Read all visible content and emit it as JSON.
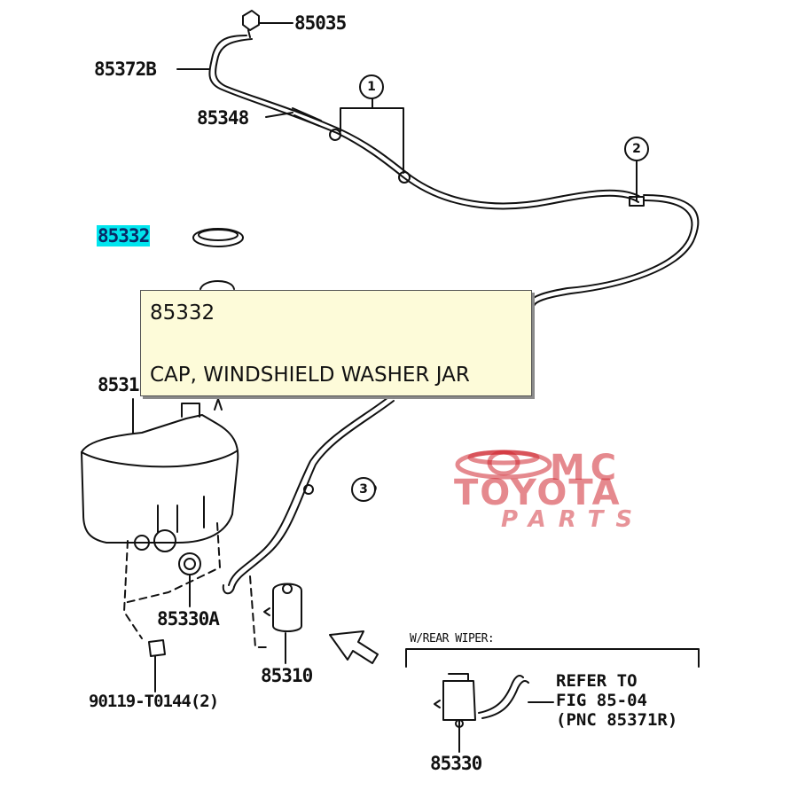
{
  "diagram": {
    "parts": [
      {
        "id": "85035",
        "label": "85035"
      },
      {
        "id": "85372B",
        "label": "85372B"
      },
      {
        "id": "85348",
        "label": "85348"
      },
      {
        "id": "85332",
        "label": "85332",
        "highlighted": true
      },
      {
        "id": "8531x",
        "label": "8531"
      },
      {
        "id": "85330A",
        "label": "85330A"
      },
      {
        "id": "85310",
        "label": "85310"
      },
      {
        "id": "90119",
        "label": "90119-T0144(2)"
      },
      {
        "id": "85330",
        "label": "85330"
      }
    ],
    "callouts": [
      "1",
      "2",
      "3"
    ],
    "rear_section": {
      "title": "W/REAR WIPER:",
      "refer_lines": [
        "REFER TO",
        "FIG 85-04",
        "(PNC 85371R)"
      ]
    }
  },
  "tooltip": {
    "part_number": "85332",
    "description": "CAP, WINDSHIELD WASHER JAR"
  },
  "watermark": {
    "line1": "MC",
    "line2": "TOYOTA",
    "line3": "PARTS",
    "color": "#d02832"
  }
}
